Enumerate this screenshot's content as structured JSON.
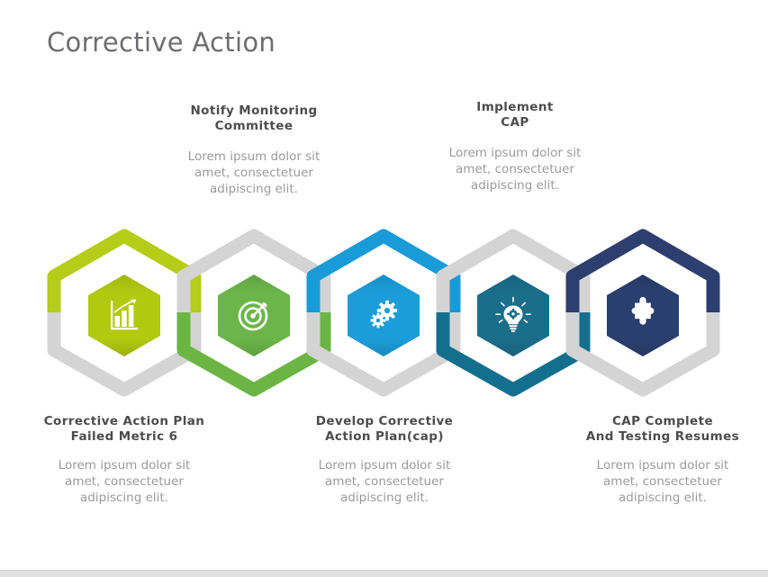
{
  "slide": {
    "title": "Corrective Action",
    "background_color": "#ffffff",
    "bottom_bar_color": "#e2e2e2"
  },
  "diagram": {
    "type": "hexagon-process-chain",
    "step_count": 5,
    "gray_ring_color": "#d4d4d4",
    "steps": [
      {
        "index": 1,
        "icon": "bar-chart-growth-icon",
        "ring_color": "#b5cc18",
        "fill_color": "#b3c90f",
        "ring_top_colored": true,
        "caption_position": "bottom",
        "title": "Corrective Action Plan\nFailed Metric 6",
        "body": "Lorem ipsum dolor sit\namet, consectetuer\nadipiscing elit."
      },
      {
        "index": 2,
        "icon": "target-dart-icon",
        "ring_color": "#6cb544",
        "fill_color": "#6cb54a",
        "ring_top_colored": false,
        "caption_position": "top",
        "title": "Notify Monitoring\nCommittee",
        "body": "Lorem ipsum dolor sit\namet, consectetuer\nadipiscing elit."
      },
      {
        "index": 3,
        "icon": "gears-settings-icon",
        "ring_color": "#199bd7",
        "fill_color": "#1b9dd9",
        "ring_top_colored": true,
        "caption_position": "bottom",
        "title": "Develop Corrective\nAction Plan(cap)",
        "body": "Lorem ipsum dolor sit\namet, consectetuer\nadipiscing elit."
      },
      {
        "index": 4,
        "icon": "lightbulb-idea-icon",
        "ring_color": "#146f8e",
        "fill_color": "#1a6e8a",
        "ring_top_colored": false,
        "caption_position": "top",
        "title": "Implement\nCAP",
        "body": "Lorem ipsum dolor sit\namet, consectetuer\nadipiscing elit."
      },
      {
        "index": 5,
        "icon": "puzzle-piece-icon",
        "ring_color": "#2c3f6e",
        "fill_color": "#2b3f6f",
        "ring_top_colored": true,
        "caption_position": "bottom",
        "title": "CAP Complete\nAnd Testing Resumes",
        "body": "Lorem ipsum dolor sit\namet, consectetuer\nadipiscing elit."
      }
    ]
  }
}
